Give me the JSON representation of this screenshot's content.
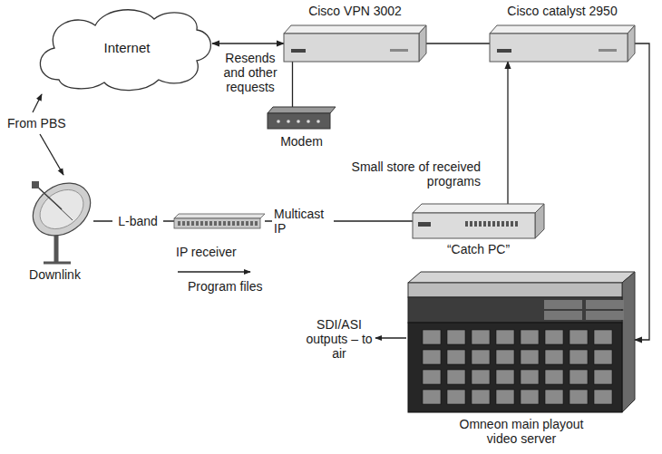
{
  "diagram": {
    "nodes": [
      {
        "text": [
          "Internet"
        ]
      },
      {
        "text": [
          "Cisco VPN 3002"
        ]
      },
      {
        "text": [
          "Cisco catalyst 2950"
        ]
      },
      {
        "text": [
          "Modem"
        ]
      },
      {
        "text": [
          "Downlink"
        ]
      },
      {
        "text": [
          "IP receiver"
        ]
      },
      {
        "text": [
          "“Catch PC”"
        ]
      },
      {
        "text": [
          "Omneon main playout video server"
        ]
      }
    ],
    "edges": [
      {
        "from": 0,
        "to": 1,
        "arrow": "both",
        "label": "Resends and other requests"
      },
      {
        "from": 1,
        "to": 2,
        "arrow": "none"
      },
      {
        "from": 1,
        "to": 3,
        "arrow": "none"
      },
      {
        "from": 4,
        "to": 5,
        "arrow": "none",
        "label": "L-band"
      },
      {
        "from": 5,
        "to": 6,
        "arrow": "none",
        "label": "Multicast IP"
      },
      {
        "from": 6,
        "to": 2,
        "arrow": "to",
        "label": "Small store of received programs"
      },
      {
        "from": 2,
        "to": 7,
        "arrow": "to"
      }
    ],
    "labels": [
      "From PBS",
      "Program files",
      "SDI/ASI outputs – to air"
    ]
  }
}
